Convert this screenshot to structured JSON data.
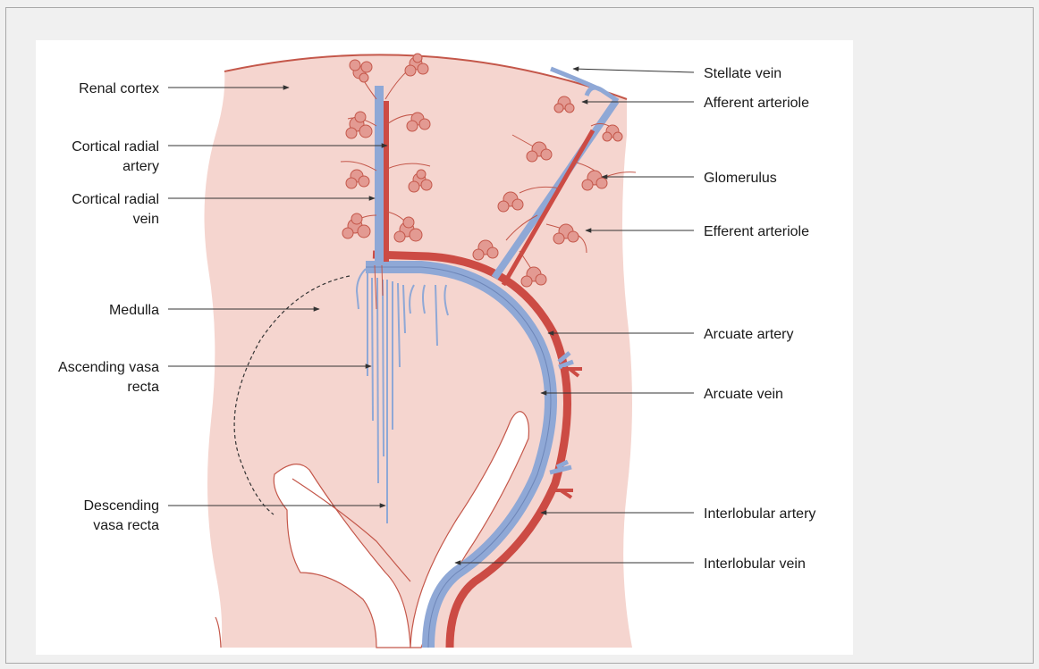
{
  "labels": {
    "renal_cortex": "Renal cortex",
    "cortical_radial_artery_1": "Cortical radial",
    "cortical_radial_artery_2": "artery",
    "cortical_radial_vein_1": "Cortical radial",
    "cortical_radial_vein_2": "vein",
    "medulla": "Medulla",
    "ascending_vasa_recta_1": "Ascending vasa",
    "ascending_vasa_recta_2": "recta",
    "descending_vasa_recta_1": "Descending",
    "descending_vasa_recta_2": "vasa recta",
    "stellate_vein": "Stellate vein",
    "afferent_arteriole": "Afferent arteriole",
    "glomerulus": "Glomerulus",
    "efferent_arteriole": "Efferent arteriole",
    "arcuate_artery": "Arcuate artery",
    "arcuate_vein": "Arcuate vein",
    "interlobular_artery": "Interlobular artery",
    "interlobular_vein": "Interlobular vein"
  },
  "colors": {
    "tissue": "#f5d5cf",
    "outline": "#c4574a",
    "artery": "#cc4b44",
    "vein": "#8fa8d6",
    "glomerulus": "#e39a92",
    "leader": "#333333"
  }
}
